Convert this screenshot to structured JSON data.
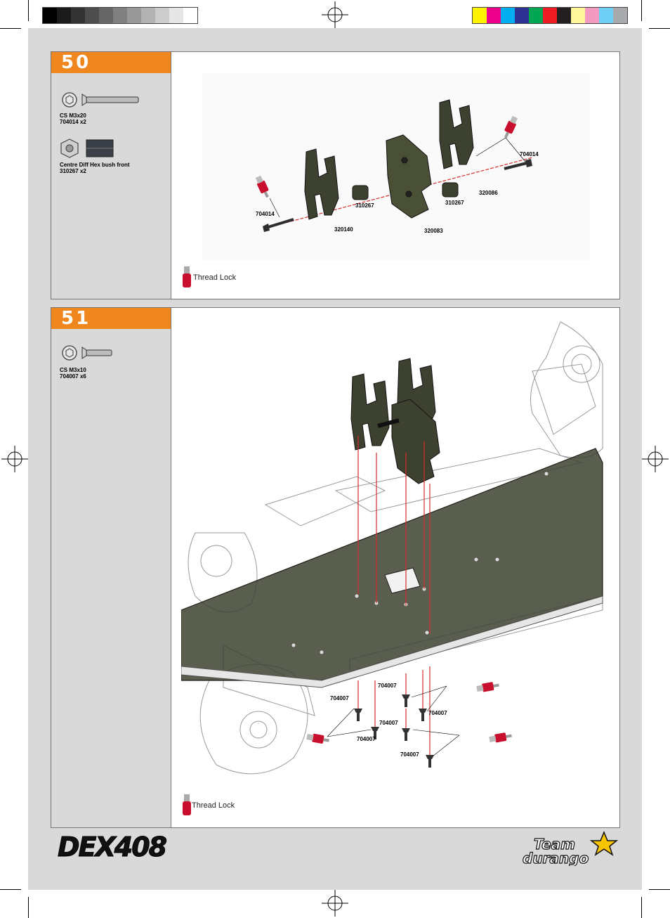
{
  "brand": {
    "model": "DEX408",
    "maker_line1": "Team",
    "maker_line2": "durango"
  },
  "colors": {
    "accent": "#f0861e",
    "part_dark": "#3d4230",
    "thread_lock": "#c8102e"
  },
  "steps": [
    {
      "number": "50",
      "parts": [
        {
          "name": "CS M3x20",
          "code": "704014",
          "qty": "x2",
          "icon": "countersunk-screw-icon"
        },
        {
          "name": "Centre Diff Hex bush front",
          "code": "310267",
          "qty": "x2",
          "icon": "hex-bushing-icon"
        }
      ],
      "labels": [
        "704014",
        "320140",
        "310267",
        "320083",
        "310267",
        "320086",
        "704014"
      ],
      "thread_lock": "Thread Lock"
    },
    {
      "number": "51",
      "parts": [
        {
          "name": "CS  M3x10",
          "code": "704007",
          "qty": "x6",
          "icon": "countersunk-screw-icon"
        }
      ],
      "labels": [
        "704007",
        "704007",
        "704007",
        "704007",
        "704007",
        "704007"
      ],
      "thread_lock": "Thread Lock"
    }
  ]
}
